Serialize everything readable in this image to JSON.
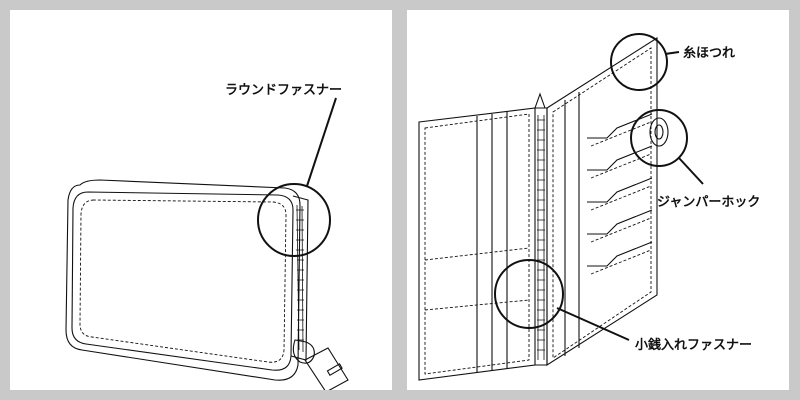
{
  "left_panel": {
    "callout_label": "ラウンドファスナー"
  },
  "right_panel": {
    "callouts": [
      {
        "label": "糸ほつれ"
      },
      {
        "label": "ジャンパーホック"
      },
      {
        "label": "小銭入れファスナー"
      }
    ]
  }
}
